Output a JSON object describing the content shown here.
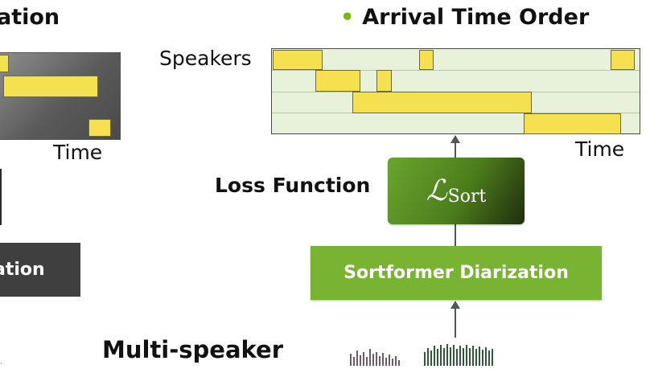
{
  "left_panel": {
    "title": "ation",
    "time_label": "Time",
    "box_label": "ation"
  },
  "right_panel": {
    "title": "Arrival Time Order",
    "speakers_label": "Speakers",
    "time_label": "Time",
    "loss_label": "Loss Function",
    "loss_symbol": "ℒ",
    "loss_subscript": "Sort",
    "model_label": "Sortformer Diarization",
    "input_label": "Multi-speaker"
  },
  "colors": {
    "accent_green": "#76b900",
    "segment_yellow": "#f5e150",
    "timeline_bg": "#e8f1d9"
  }
}
